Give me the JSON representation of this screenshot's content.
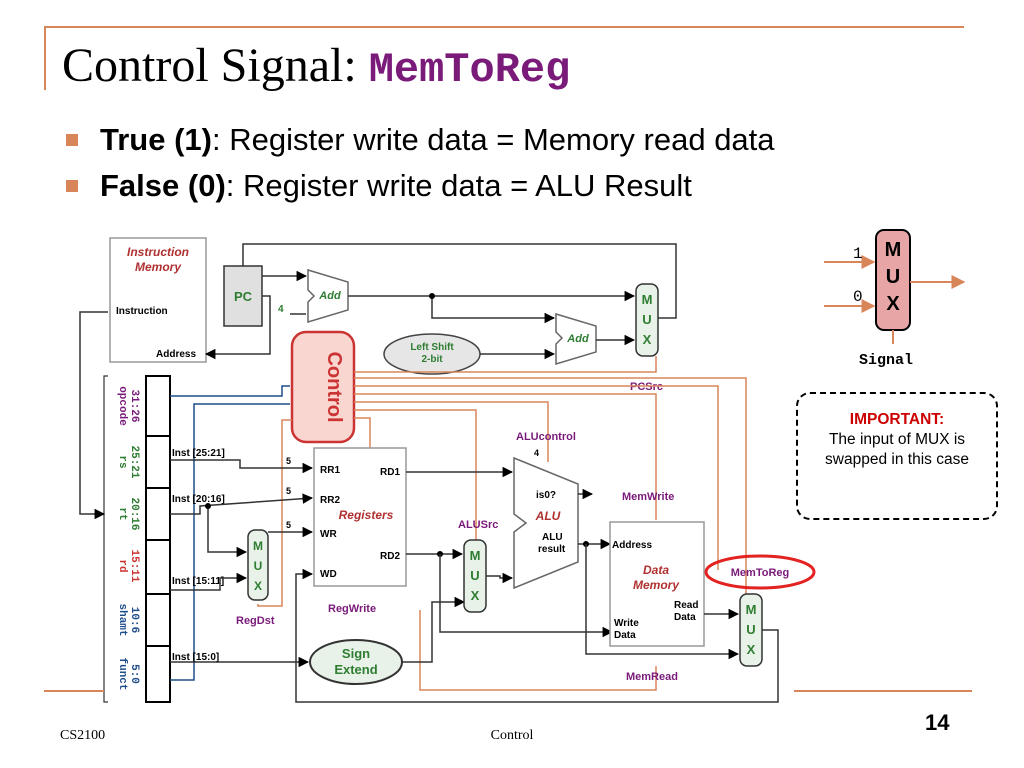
{
  "title": {
    "prefix": "Control Signal:",
    "signal": "MemToReg"
  },
  "bullets": [
    {
      "bold": "True  (1)",
      "rest": ": Register write data = Memory read data"
    },
    {
      "bold": "False (0)",
      "rest": ": Register write data = ALU Result"
    }
  ],
  "mux_legend": {
    "input_1": "1",
    "input_0": "0",
    "letters": [
      "M",
      "U",
      "X"
    ],
    "signal": "Signal"
  },
  "note": {
    "heading": "IMPORTANT:",
    "body": "The input of MUX is swapped in this case"
  },
  "footer": {
    "course": "CS2100",
    "topic": "Control",
    "page": "14"
  },
  "colors": {
    "accent": "#d9855a",
    "title_code": "#7a1b7a",
    "control": "#cc3333",
    "mux_green": "#2e7d32",
    "signal_purple": "#7a1b7a",
    "highlight": "#e32222"
  },
  "diagram": {
    "instruction_memory": {
      "title_line1": "Instruction",
      "title_line2": "Memory",
      "instruction": "Instruction",
      "address": "Address"
    },
    "pc": "PC",
    "add_top": "Add",
    "add_branch": "Add",
    "const_4": "4",
    "left_shift": {
      "line1": "Left Shift",
      "line2": "2-bit"
    },
    "control": "Control",
    "pcsrc": "PCSrc",
    "instruction_fields": [
      {
        "name": "opcode",
        "bits": "31:26"
      },
      {
        "name": "rs",
        "bits": "25:21"
      },
      {
        "name": "rt",
        "bits": "20:16"
      },
      {
        "name": "rd",
        "bits": "15:11"
      },
      {
        "name": "shamt",
        "bits": "10:6"
      },
      {
        "name": "funct",
        "bits": "5:0"
      }
    ],
    "inst_labels": {
      "rs": "Inst [25:21]",
      "rt": "Inst [20:16]",
      "rd": "Inst [15:11]",
      "imm": "Inst [15:0]"
    },
    "bus_width": "5",
    "registers": {
      "rr1": "RR1",
      "rr2": "RR2",
      "wr": "WR",
      "wd": "WD",
      "rd1": "RD1",
      "rd2": "RD2",
      "name": "Registers"
    },
    "regwrite": "RegWrite",
    "regdst": "RegDst",
    "alusrc": "ALUSrc",
    "alucontrol": "ALUcontrol",
    "alucontrol_width": "4",
    "alu": {
      "is0": "is0?",
      "name": "ALU",
      "result_line1": "ALU",
      "result_line2": "result"
    },
    "data_memory": {
      "address": "Address",
      "name_line1": "Data",
      "name_line2": "Memory",
      "read_line1": "Read",
      "read_line2": "Data",
      "write_line1": "Write",
      "write_line2": "Data"
    },
    "memwrite": "MemWrite",
    "memread": "MemRead",
    "memtoreg": "MemToReg",
    "sign_extend": {
      "line1": "Sign",
      "line2": "Extend"
    },
    "mux_letters": [
      "M",
      "U",
      "X"
    ]
  }
}
